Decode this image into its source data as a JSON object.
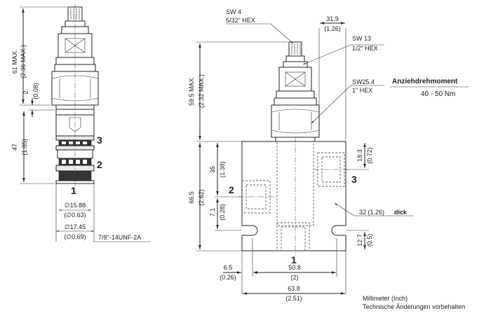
{
  "left_view": {
    "height_max": "61 MAX.",
    "height_max_in": "(2.36 MAX.)",
    "gap_mm": "2",
    "gap_in": "(0.08)",
    "length_mm": "47",
    "length_in": "(1.85)",
    "port_1": "1",
    "port_2": "2",
    "port_3": "3",
    "dia1_mm": "∅15.88",
    "dia1_in": "(∅0.63)",
    "dia2_mm": "∅17.45",
    "dia2_in": "(∅0.69)",
    "thread": "7/8\"-14UNF-2A"
  },
  "right_view": {
    "sw4": "SW 4",
    "sw4_hex": "5/32\" HEX",
    "width_top_mm": "31.9",
    "width_top_in": "(1.26)",
    "sw13": "SW 13",
    "sw13_hex": "1/2\" HEX",
    "sw25": "SW25.4",
    "sw25_hex": "1\" HEX",
    "torque_label": "Anziehdrehmoment",
    "torque_value": "40 - 50 Nm",
    "height_max": "59.5 MAX.",
    "height_max_in": "(2.32 MAX.)",
    "dim_35_mm": "35",
    "dim_35_in": "(1.38)",
    "dim_66_mm": "66.5",
    "dim_66_in": "(2.62)",
    "dim_7_mm": "7.1",
    "dim_7_in": "(0.28)",
    "dim_18_mm": "18.3",
    "dim_18_in": "(0.72)",
    "dim_12_mm": "12.7",
    "dim_12_in": "(0.5)",
    "thickness": "32 (1.26)",
    "thickness_word": "dick",
    "port_1": "1",
    "port_2": "2",
    "port_3": "3",
    "dim_6_mm": "6.5",
    "dim_6_in": "(0.26)",
    "dim_50_mm": "50.8",
    "dim_50_in": "(2)",
    "dim_63_mm": "63.8",
    "dim_63_in": "(2.51)"
  },
  "footer": {
    "units": "Millimeter (Inch)",
    "note": "Technische Änderungen vorbehalten"
  }
}
